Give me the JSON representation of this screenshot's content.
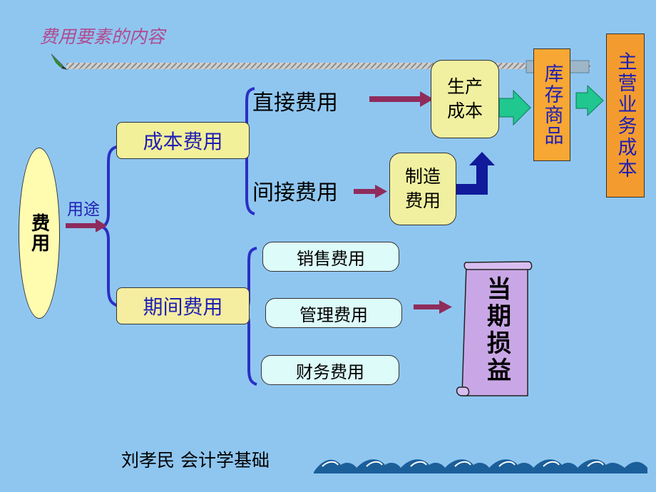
{
  "header": {
    "title": "费用要素的内容"
  },
  "nodes": {
    "expense": "费用",
    "usage": "用途",
    "cost_expense": "成本费用",
    "period_expense": "期间费用",
    "direct_expense": "直接费用",
    "indirect_expense": "间接费用",
    "manufacturing_overhead": "制造费用",
    "production_cost": "生产成本",
    "inventory_goods": "库存商品",
    "main_business_cost": "主营业务成本",
    "selling_expense": "销售费用",
    "admin_expense": "管理费用",
    "financial_expense": "财务费用",
    "current_pnl": "当期损益"
  },
  "footer": {
    "text": "刘孝民 会计学基础"
  },
  "colors": {
    "background": "#8fc6f0",
    "ellipse": "#fffcb0",
    "cost_box": "#f3f09a",
    "period_box": "#f5eea0",
    "prod_box": "#f1f0a0",
    "inventory_box": "#f7a733",
    "main_cost_box": "#f39b2f",
    "expense_boxes": "#ddfbf8",
    "scroll": "#c9a7e6",
    "brace": "#2b2fc4",
    "arrow": "#8f2c5c",
    "green_arrow": "#20c78e",
    "blue_arrow": "#101a9a",
    "title": "#b04a90"
  }
}
